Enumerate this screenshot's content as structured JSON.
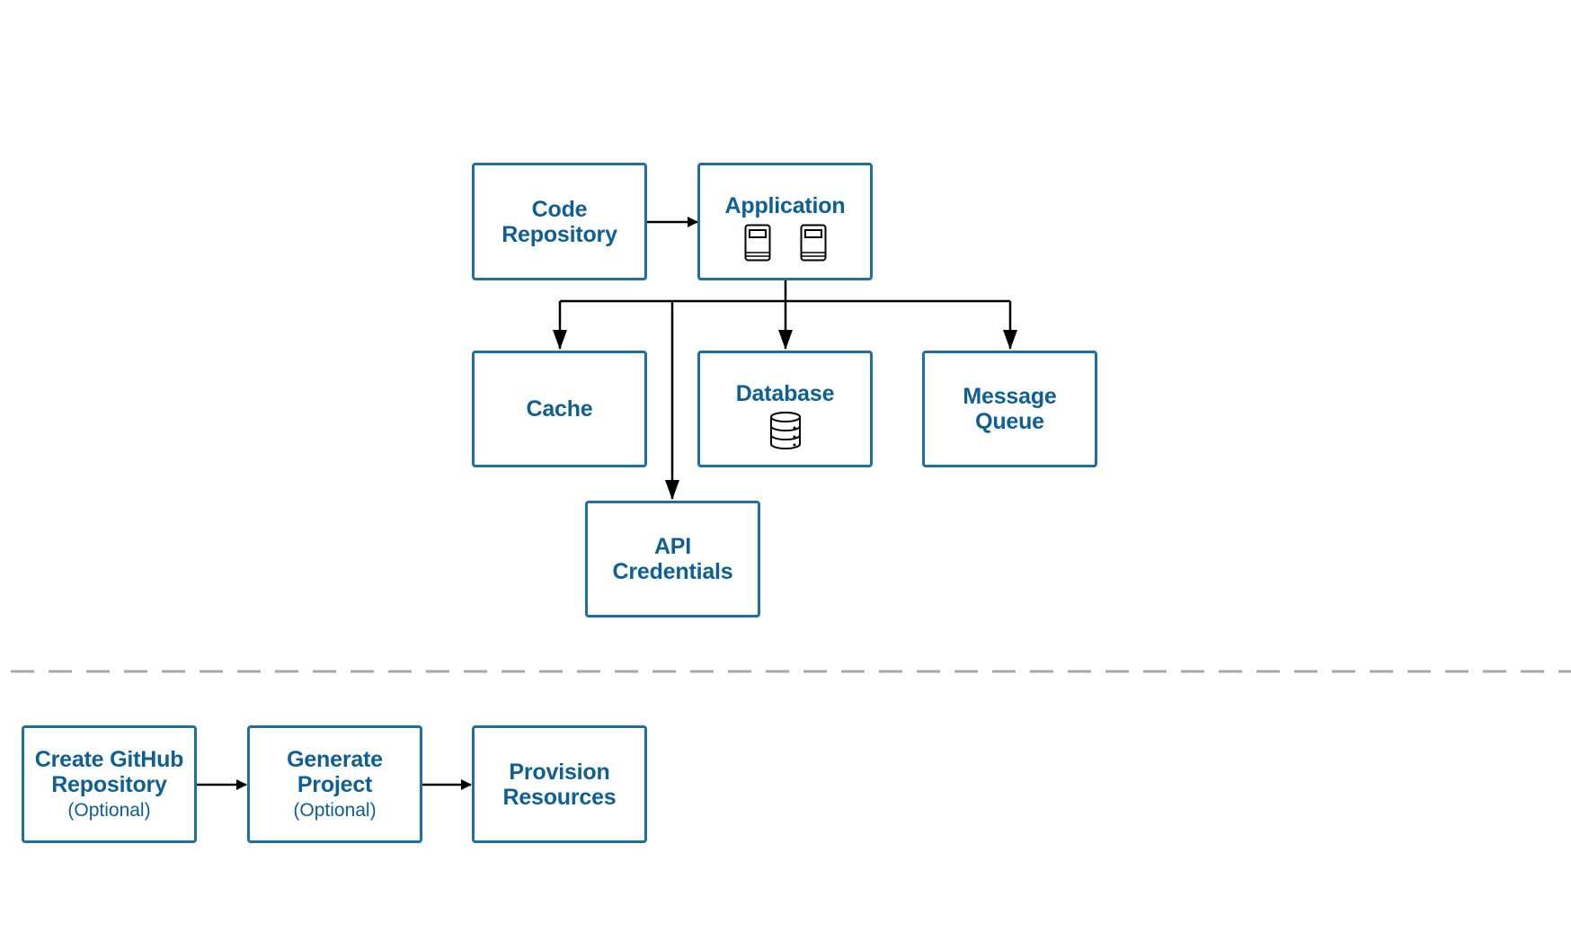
{
  "diagram": {
    "architecture": {
      "code_repository": {
        "title": "Code\nRepository"
      },
      "application": {
        "title": "Application",
        "icons": [
          "server-icon",
          "server-icon"
        ]
      },
      "cache": {
        "title": "Cache"
      },
      "database": {
        "title": "Database",
        "icon": "database-icon"
      },
      "message_queue": {
        "title": "Message\nQueue"
      },
      "api_credentials": {
        "title": "API\nCredentials"
      }
    },
    "workflow": {
      "create_github_repository": {
        "title": "Create GitHub\nRepository",
        "sub": "(Optional)"
      },
      "generate_project": {
        "title": "Generate\nProject",
        "sub": "(Optional)"
      },
      "provision_resources": {
        "title": "Provision\nResources"
      }
    }
  },
  "colors": {
    "node_border": "#1f6fa3",
    "node_text": "#0d5f94",
    "arrow": "#000000",
    "divider": "#a9a9a9"
  }
}
